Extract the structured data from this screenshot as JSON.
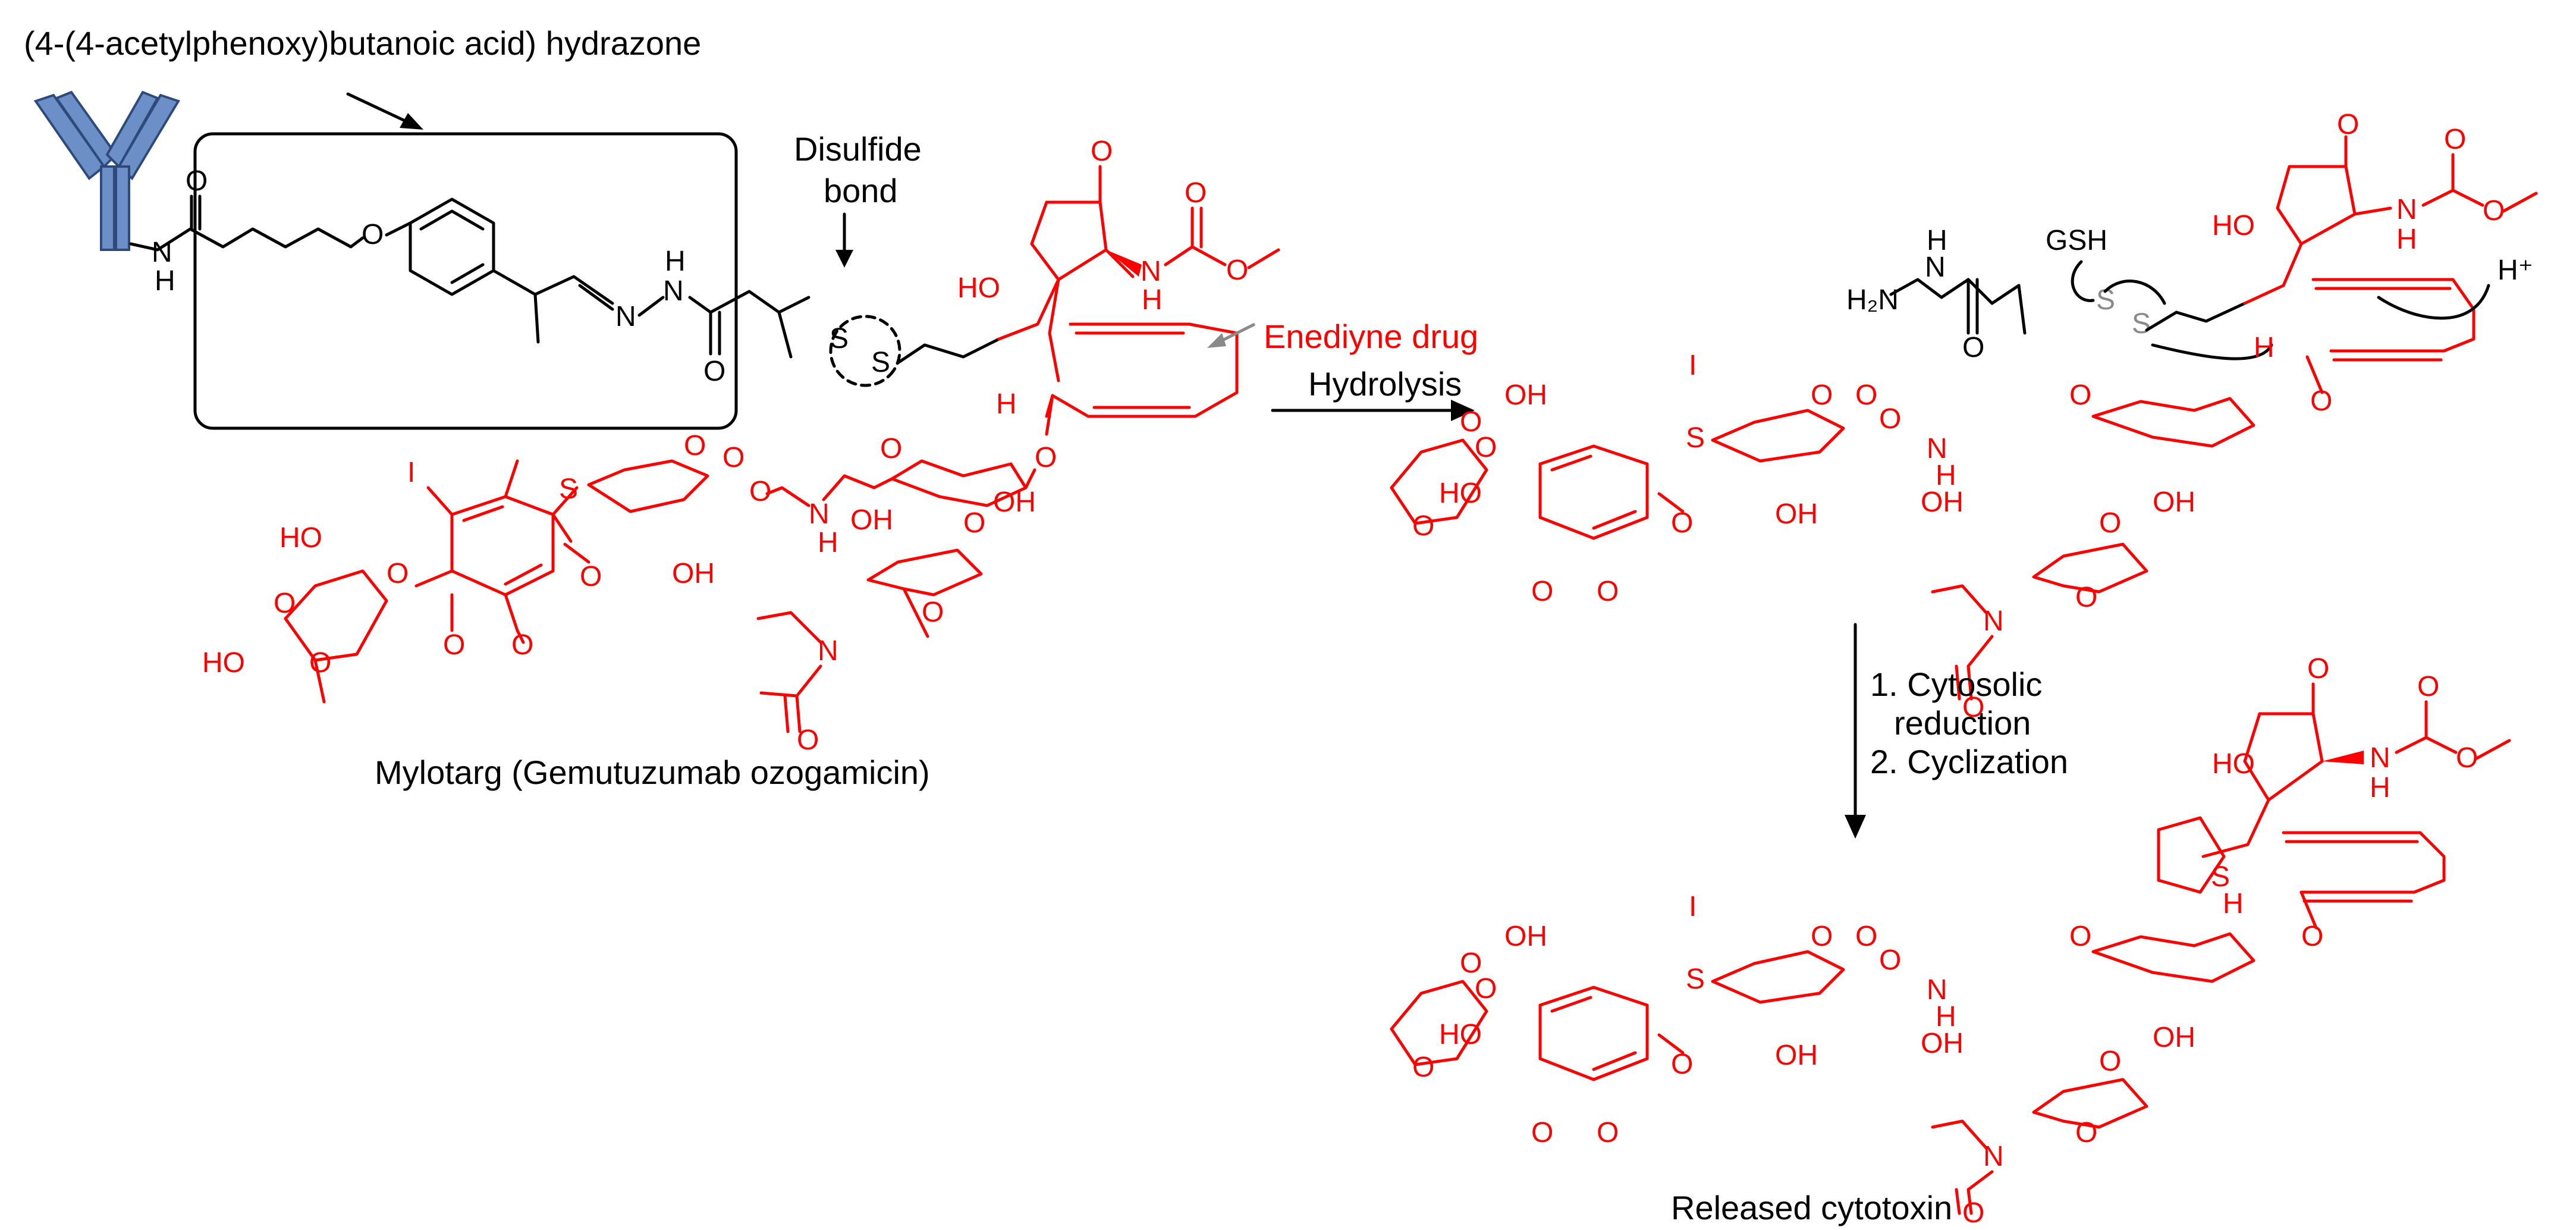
{
  "labels": {
    "linker": "(4-(4-acetylphenoxy)butanoic acid) hydrazone",
    "disulfide": [
      "Disulfide",
      "bond"
    ],
    "enediyne": "Enediyne drug",
    "hydrolysis": "Hydrolysis",
    "step1": [
      "1. Cytosolic",
      "reduction"
    ],
    "step2": "2. Cyclization",
    "mylotarg": "Mylotarg (Gemutuzumab ozogamicin)",
    "released": "Released cytotoxin"
  },
  "atoms": {
    "O": "O",
    "N": "N",
    "H": "H",
    "S": "S",
    "I": "I",
    "HO": "HO",
    "OH": "OH",
    "H2N": "H₂N",
    "GSH": "GSH",
    "Hplus": "H⁺"
  },
  "colors": {
    "drug": "#ff0000",
    "linker": "#000000",
    "antibody": "#6b8fc6",
    "annotation_arrow": "#8a8a8a"
  },
  "icons": [
    "antibody-icon"
  ]
}
